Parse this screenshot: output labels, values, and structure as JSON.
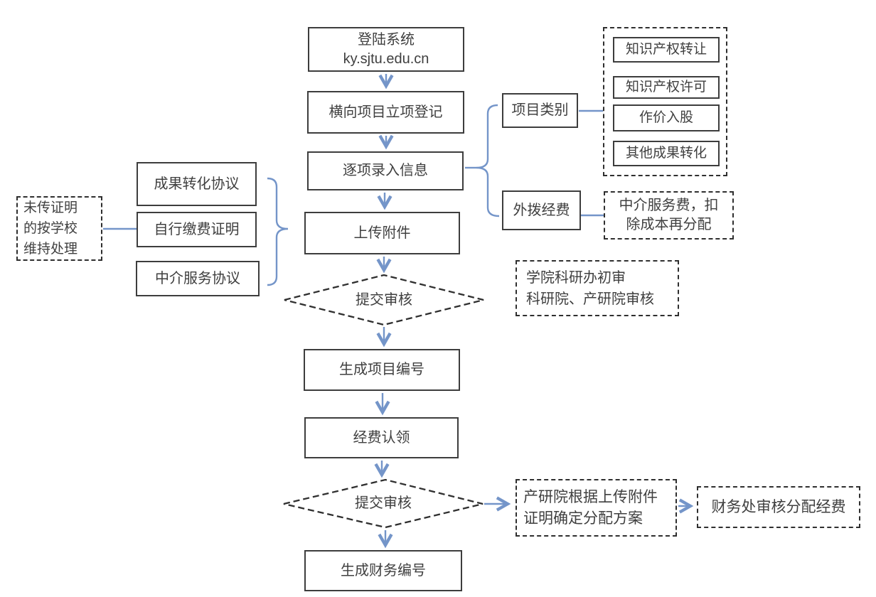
{
  "diagram": {
    "type": "flowchart",
    "language": "zh-CN",
    "colors": {
      "connector_blue": "#7495c9",
      "solid_border": "#3d3d3d",
      "dashed_border": "#2f2f2f",
      "text": "#3f3f3f",
      "background": "#ffffff"
    },
    "nodes": {
      "login": {
        "text": "登陆系统\nky.sjtu.edu.cn"
      },
      "register": {
        "text": "横向项目立项登记"
      },
      "enter_info": {
        "text": "逐项录入信息"
      },
      "upload": {
        "text": "上传附件"
      },
      "review1": {
        "text": "提交审核"
      },
      "gen_project": {
        "text": "生成项目编号"
      },
      "claim": {
        "text": "经费认领"
      },
      "review2": {
        "text": "提交审核"
      },
      "gen_finance": {
        "text": "生成财务编号"
      },
      "category": {
        "text": "项目类别"
      },
      "external_fund": {
        "text": "外拨经费"
      },
      "ip_transfer": {
        "text": "知识产权转让"
      },
      "ip_license": {
        "text": "知识产权许可"
      },
      "equity": {
        "text": "作价入股"
      },
      "other_transform": {
        "text": "其他成果转化"
      },
      "agency_fee": {
        "text": "中介服务费，扣\n除成本再分配"
      },
      "review_note": {
        "text": "学院科研办初审\n科研院、产研院审核"
      },
      "achievement_agreement": {
        "text": "成果转化协议"
      },
      "payment_proof": {
        "text": "自行缴费证明"
      },
      "agency_agreement": {
        "text": "中介服务协议"
      },
      "unuploaded_note": {
        "text": "未传证明\n的按学校\n维持处理"
      },
      "allocation_plan": {
        "text": "产研院根据上传附件\n证明确定分配方案"
      },
      "finance_review": {
        "text": "财务处审核分配经费"
      }
    }
  }
}
